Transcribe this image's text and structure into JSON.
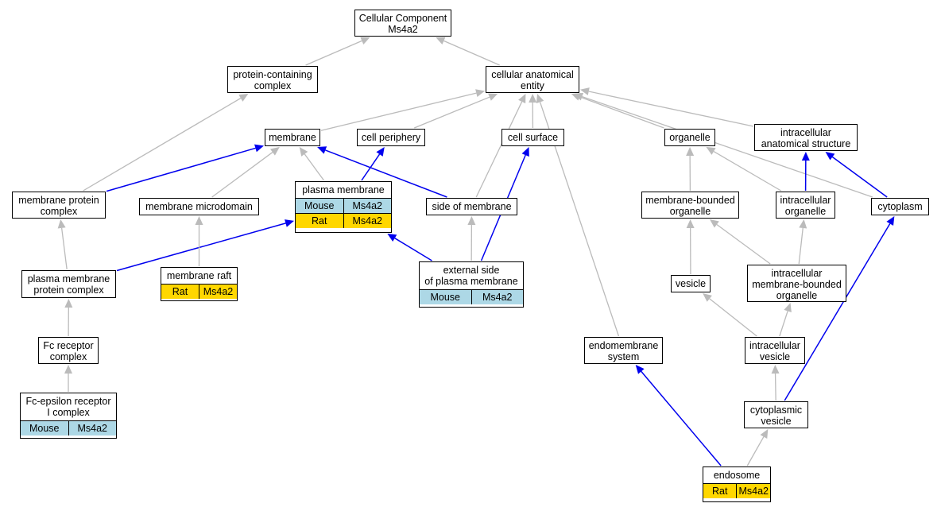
{
  "colors": {
    "mouse": "#add8e6",
    "rat": "#ffd700",
    "edge_gray": "#bbbbbb",
    "edge_blue": "#0000ee"
  },
  "nodes": [
    {
      "id": "cc",
      "lines": [
        "Cellular Component",
        "Ms4a2"
      ]
    },
    {
      "id": "pcc",
      "lines": [
        "protein-containing",
        "complex"
      ]
    },
    {
      "id": "cae",
      "lines": [
        "cellular anatomical",
        "entity"
      ]
    },
    {
      "id": "mem",
      "lines": [
        "membrane"
      ]
    },
    {
      "id": "cper",
      "lines": [
        "cell periphery"
      ]
    },
    {
      "id": "csurf",
      "lines": [
        "cell surface"
      ]
    },
    {
      "id": "org",
      "lines": [
        "organelle"
      ]
    },
    {
      "id": "ias",
      "lines": [
        "intracellular",
        "anatomical structure"
      ]
    },
    {
      "id": "mpc",
      "lines": [
        "membrane protein",
        "complex"
      ]
    },
    {
      "id": "mmd",
      "lines": [
        "membrane microdomain"
      ]
    },
    {
      "id": "pm",
      "lines": [
        "plasma membrane"
      ],
      "rows": [
        [
          "Mouse",
          "Ms4a2"
        ],
        [
          "Rat",
          "Ms4a2"
        ]
      ]
    },
    {
      "id": "som",
      "lines": [
        "side of membrane"
      ]
    },
    {
      "id": "mbo",
      "lines": [
        "membrane-bounded",
        "organelle"
      ]
    },
    {
      "id": "io",
      "lines": [
        "intracellular",
        "organelle"
      ]
    },
    {
      "id": "cyto",
      "lines": [
        "cytoplasm"
      ]
    },
    {
      "id": "pmpc",
      "lines": [
        "plasma membrane",
        "protein complex"
      ]
    },
    {
      "id": "mr",
      "lines": [
        "membrane raft"
      ],
      "rows": [
        [
          "Rat",
          "Ms4a2"
        ]
      ]
    },
    {
      "id": "espm",
      "lines": [
        "external side",
        "of plasma membrane"
      ],
      "rows": [
        [
          "Mouse",
          "Ms4a2"
        ]
      ]
    },
    {
      "id": "ves",
      "lines": [
        "vesicle"
      ]
    },
    {
      "id": "imbo",
      "lines": [
        "intracellular",
        "membrane-bounded",
        "organelle"
      ]
    },
    {
      "id": "fcr",
      "lines": [
        "Fc receptor",
        "complex"
      ]
    },
    {
      "id": "ems",
      "lines": [
        "endomembrane",
        "system"
      ]
    },
    {
      "id": "iv",
      "lines": [
        "intracellular",
        "vesicle"
      ]
    },
    {
      "id": "fce",
      "lines": [
        "Fc-epsilon receptor",
        "I complex"
      ],
      "rows": [
        [
          "Mouse",
          "Ms4a2"
        ]
      ]
    },
    {
      "id": "cv",
      "lines": [
        "cytoplasmic",
        "vesicle"
      ]
    },
    {
      "id": "endo",
      "lines": [
        "endosome"
      ],
      "rows": [
        [
          "Rat",
          "Ms4a2"
        ]
      ]
    }
  ],
  "edges": [
    {
      "from": "pcc",
      "to": "cc",
      "kind": "is_a"
    },
    {
      "from": "cae",
      "to": "cc",
      "kind": "is_a"
    },
    {
      "from": "mpc",
      "to": "pcc",
      "kind": "is_a"
    },
    {
      "from": "mem",
      "to": "cae",
      "kind": "is_a"
    },
    {
      "from": "cper",
      "to": "cae",
      "kind": "is_a"
    },
    {
      "from": "csurf",
      "to": "cae",
      "kind": "is_a"
    },
    {
      "from": "som",
      "to": "cae",
      "kind": "is_a"
    },
    {
      "from": "ems",
      "to": "cae",
      "kind": "is_a"
    },
    {
      "from": "org",
      "to": "cae",
      "kind": "is_a"
    },
    {
      "from": "ias",
      "to": "cae",
      "kind": "is_a"
    },
    {
      "from": "cyto",
      "to": "cae",
      "kind": "is_a"
    },
    {
      "from": "mpc",
      "to": "mem",
      "kind": "part_of"
    },
    {
      "from": "mmd",
      "to": "mem",
      "kind": "is_a"
    },
    {
      "from": "pm",
      "to": "mem",
      "kind": "is_a"
    },
    {
      "from": "pm",
      "to": "cper",
      "kind": "part_of"
    },
    {
      "from": "som",
      "to": "mem",
      "kind": "part_of"
    },
    {
      "from": "espm",
      "to": "som",
      "kind": "is_a"
    },
    {
      "from": "espm",
      "to": "pm",
      "kind": "part_of"
    },
    {
      "from": "espm",
      "to": "csurf",
      "kind": "part_of"
    },
    {
      "from": "pmpc",
      "to": "mpc",
      "kind": "is_a"
    },
    {
      "from": "pmpc",
      "to": "pm",
      "kind": "part_of"
    },
    {
      "from": "mr",
      "to": "mmd",
      "kind": "is_a"
    },
    {
      "from": "fcr",
      "to": "pmpc",
      "kind": "is_a"
    },
    {
      "from": "fce",
      "to": "fcr",
      "kind": "is_a"
    },
    {
      "from": "mbo",
      "to": "org",
      "kind": "is_a"
    },
    {
      "from": "io",
      "to": "org",
      "kind": "is_a"
    },
    {
      "from": "io",
      "to": "ias",
      "kind": "part_of"
    },
    {
      "from": "cyto",
      "to": "ias",
      "kind": "part_of"
    },
    {
      "from": "ves",
      "to": "mbo",
      "kind": "is_a"
    },
    {
      "from": "imbo",
      "to": "mbo",
      "kind": "is_a"
    },
    {
      "from": "imbo",
      "to": "io",
      "kind": "is_a"
    },
    {
      "from": "iv",
      "to": "ves",
      "kind": "is_a"
    },
    {
      "from": "iv",
      "to": "imbo",
      "kind": "is_a"
    },
    {
      "from": "cv",
      "to": "iv",
      "kind": "is_a"
    },
    {
      "from": "cv",
      "to": "cyto",
      "kind": "part_of"
    },
    {
      "from": "endo",
      "to": "cv",
      "kind": "is_a"
    },
    {
      "from": "endo",
      "to": "ems",
      "kind": "part_of"
    }
  ]
}
